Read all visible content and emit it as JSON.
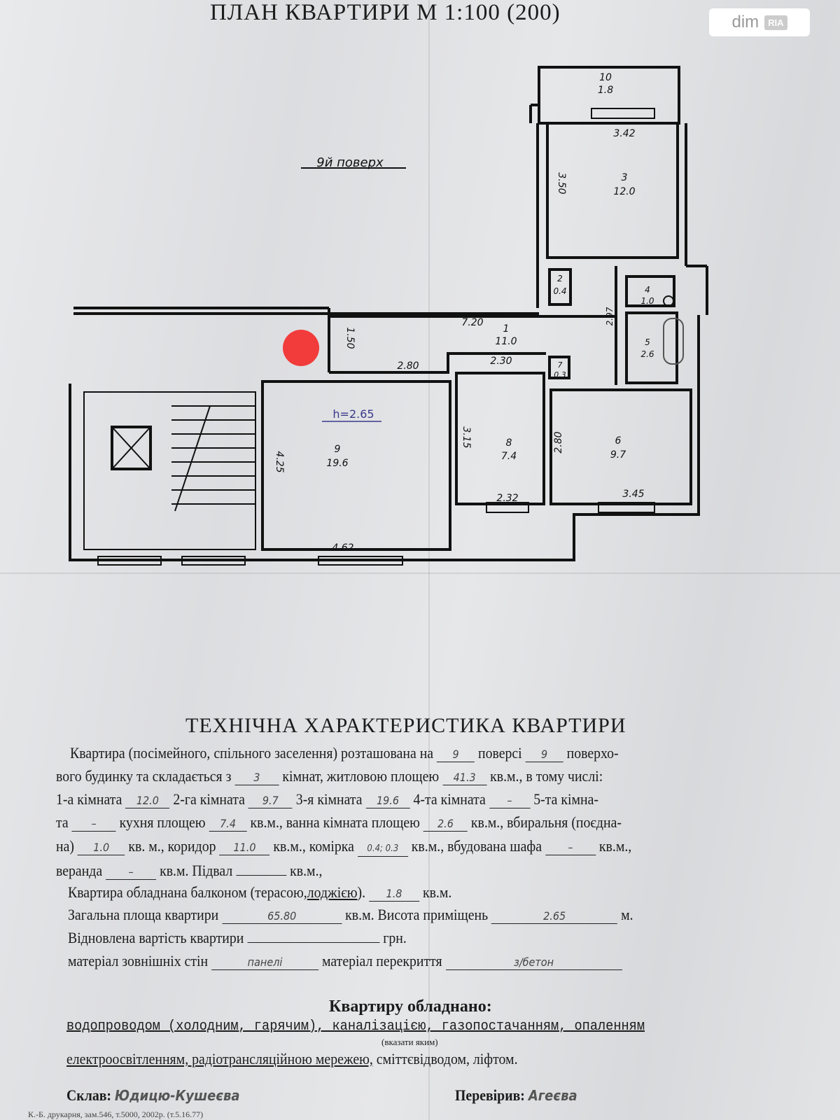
{
  "header": {
    "title": "ПЛАН  КВАРТИРИ  М 1:100 (200)",
    "floor_note": "9й поверх",
    "height_note": "h=2.65"
  },
  "logo": {
    "text": "dim",
    "badge": "RIA"
  },
  "plan": {
    "rooms": [
      {
        "no": "10",
        "area": "1.8"
      },
      {
        "no": "3",
        "area": "12.0"
      },
      {
        "no": "2",
        "area": "0.4"
      },
      {
        "no": "4",
        "area": "1.0"
      },
      {
        "no": "1",
        "area": "11.0"
      },
      {
        "no": "5",
        "area": "2.6"
      },
      {
        "no": "7",
        "area": "0.3"
      },
      {
        "no": "9",
        "area": "19.6"
      },
      {
        "no": "8",
        "area": "7.4"
      },
      {
        "no": "6",
        "area": "9.7"
      }
    ],
    "dims": [
      "3.42",
      "3.50",
      "2.97",
      "7.20",
      "1.50",
      "2.80",
      "2.30",
      "4.25",
      "3.15",
      "2.32",
      "2.80",
      "3.45",
      "4.62"
    ],
    "marker_color": "#f23b3b"
  },
  "spec": {
    "title": "ТЕХНІЧНА ХАРАКТЕРИСТИКА КВАРТИРИ",
    "l1a": "Квартира (посімейного, спільного заселення) розташована на",
    "floor": "9",
    "l1b": "поверсі",
    "floors_total": "9",
    "l1c": "поверхо-",
    "l2a": "вого будинку та складається з",
    "rooms": "3",
    "l2b": "кімнат, житловою площею",
    "living": "41.3",
    "l2c": "кв.м., в тому числі:",
    "l3a": "1-а кімната",
    "r1": "12.0",
    "l3b": "2-га кімната",
    "r2": "9.7",
    "l3c": "3-я кімната",
    "r3": "19.6",
    "l3d": "4-та кімната",
    "r4": "–",
    "l3e": "5-та кімна-",
    "l4a": "та",
    "r5": "–",
    "l4b": "кухня площею",
    "kitchen": "7.4",
    "l4c": "кв.м., ванна кімната площею",
    "bath": "2.6",
    "l4d": "кв.м., вбиральня (поєдна-",
    "l5a": "на)",
    "wc": "1.0",
    "l5b": "кв. м., коридор",
    "corridor": "11.0",
    "l5c": "кв.м., комірка",
    "storage": "0.4; 0.3",
    "l5d": "кв.м., вбудована шафа",
    "wardrobe": "–",
    "l5e": "кв.м.,",
    "l6a": "веранда",
    "veranda": "–",
    "l6b": "кв.м. Підвал",
    "basement": "",
    "l6c": "кв.м.,",
    "l7a": "Квартира обладнана балконом (терасою,",
    "l7u": "лоджією",
    "l7b": ").",
    "balcony": "1.8",
    "l7c": "кв.м.",
    "l8a": "Загальна площа квартири",
    "total": "65.80",
    "l8b": "кв.м. Висота приміщень",
    "height": "2.65",
    "l8c": "м.",
    "l9a": "Відновлена вартість квартири",
    "cost": "",
    "l9b": "грн.",
    "l10a": "матеріал зовнішніх стін",
    "walls": "панелі",
    "l10b": "матеріал перекриття",
    "slab": "з/бетон",
    "equip_title": "Квартиру обладнано:",
    "equip1": "водопроводом (холодним, гарячим), каналізацією, газопостачанням, опаленням",
    "equip_hint": "(вказати яким)",
    "equip2u": "електроосвітленням, радіотрансляційною мережею,",
    "equip2": " сміттєвідводом, ліфтом.",
    "made_by_label": "Склав:",
    "made_by": "Юдицю-Кушеєва",
    "checked_label": "Перевірив:",
    "checked_by": "Агеєва",
    "footer": "К.-Б. друкарня, зам.546, т.5000, 2002р. (т.5.16.77)"
  }
}
